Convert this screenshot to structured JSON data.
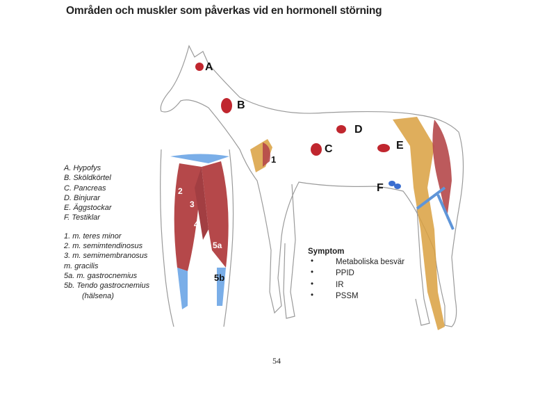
{
  "title": "Områden och muskler som påverkas vid en hormonell störning",
  "organ_labels": [
    "A",
    "B",
    "C",
    "D",
    "E",
    "F"
  ],
  "muscle_labels": [
    "1",
    "2",
    "3",
    "4",
    "5a",
    "5b"
  ],
  "legend": {
    "organs": [
      "A. Hypofys",
      "B. Sköldkörtel",
      "C. Pancreas",
      "D. Binjurar",
      "E. Äggstockar",
      "F. Testiklar"
    ],
    "muscles": [
      "1. m. teres minor",
      "2. m. semimtendinosus",
      "3. m. semimembranosus",
      "m. gracilis",
      "5a. m. gastrocnemius",
      "5b. Tendo gastrocnemius"
    ],
    "muscles_note": "(hälsena)"
  },
  "symptom": {
    "heading": "Symptom",
    "items": [
      "Metaboliska besvär",
      "PPID",
      "IR",
      "PSSM"
    ]
  },
  "page_number": "54",
  "colors": {
    "muscle": "#b5484a",
    "organ": "#c0262e",
    "bone": "#d9a040",
    "tendon": "#5f95d8"
  }
}
